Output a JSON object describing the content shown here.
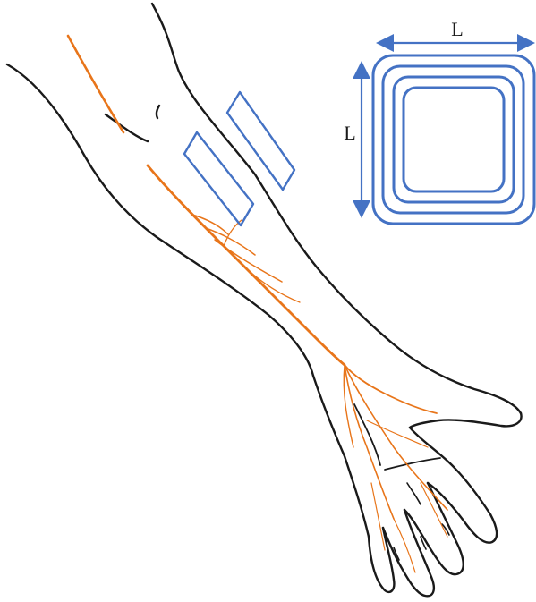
{
  "coil_inset": {
    "width_label": "L",
    "height_label": "L",
    "turns": 4
  },
  "electrodes": {
    "count": 2
  },
  "colors": {
    "outline": "#1a1a1a",
    "nerve": "#e8751a",
    "coil": "#4472c4"
  }
}
